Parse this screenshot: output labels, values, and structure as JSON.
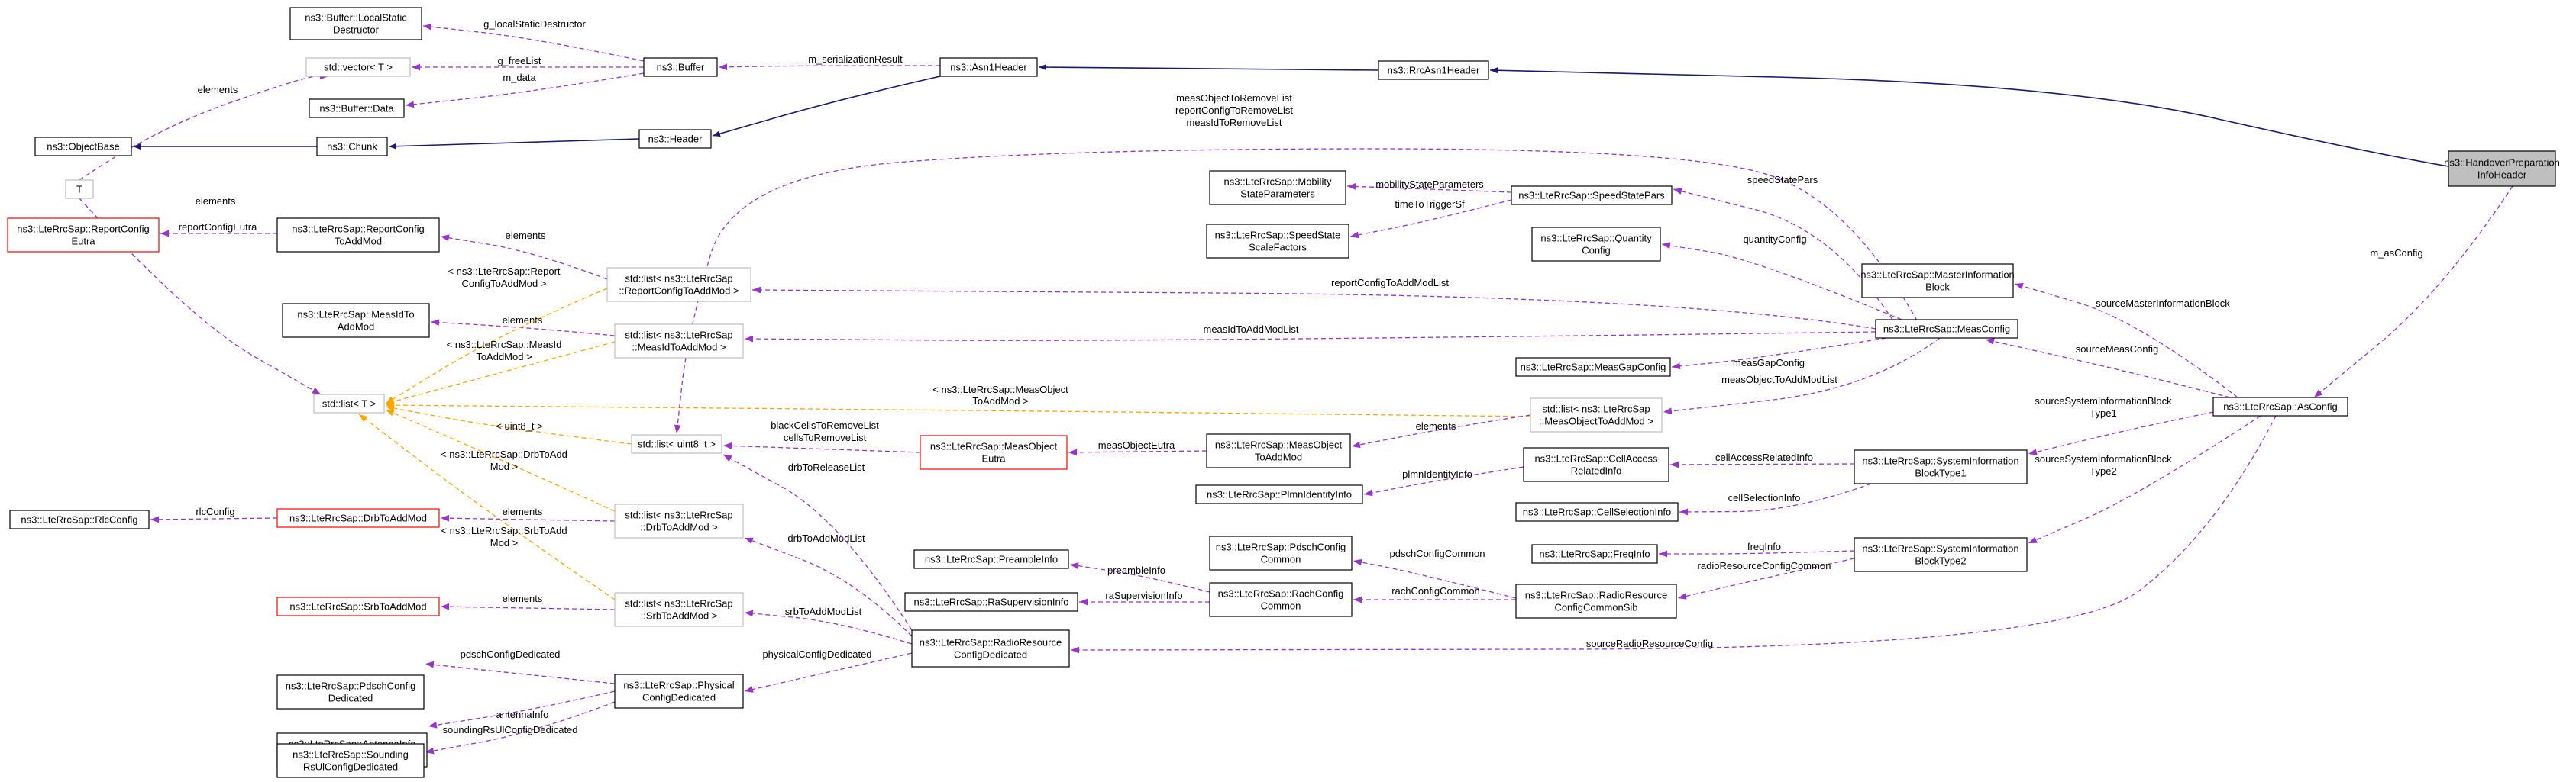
{
  "nodes": [
    {
      "id": "handover",
      "lines": [
        "ns3::HandoverPreparation",
        "InfoHeader"
      ],
      "style": "selected"
    },
    {
      "id": "rrcasn1",
      "lines": [
        "ns3::RrcAsn1Header"
      ],
      "style": "normal"
    },
    {
      "id": "asn1",
      "lines": [
        "ns3::Asn1Header"
      ],
      "style": "normal"
    },
    {
      "id": "header",
      "lines": [
        "ns3::Header"
      ],
      "style": "normal"
    },
    {
      "id": "chunk",
      "lines": [
        "ns3::Chunk"
      ],
      "style": "normal"
    },
    {
      "id": "objectbase",
      "lines": [
        "ns3::ObjectBase"
      ],
      "style": "normal"
    },
    {
      "id": "buffer",
      "lines": [
        "ns3::Buffer"
      ],
      "style": "normal"
    },
    {
      "id": "bufferlsd",
      "lines": [
        "ns3::Buffer::LocalStatic",
        "Destructor"
      ],
      "style": "normal"
    },
    {
      "id": "vectorT",
      "lines": [
        "std::vector< T >"
      ],
      "style": "template"
    },
    {
      "id": "bufferdata",
      "lines": [
        "ns3::Buffer::Data"
      ],
      "style": "normal"
    },
    {
      "id": "T",
      "lines": [
        "T"
      ],
      "style": "template"
    },
    {
      "id": "reportcfgeutra",
      "lines": [
        "ns3::LteRrcSap::ReportConfig",
        "Eutra"
      ],
      "style": "red"
    },
    {
      "id": "reportcfgtoaddmod",
      "lines": [
        "ns3::LteRrcSap::ReportConfig",
        "ToAddMod"
      ],
      "style": "normal"
    },
    {
      "id": "measidtoaddmod",
      "lines": [
        "ns3::LteRrcSap::MeasIdTo",
        "AddMod"
      ],
      "style": "normal"
    },
    {
      "id": "listT",
      "lines": [
        "std::list< T >"
      ],
      "style": "template"
    },
    {
      "id": "rlcconfig",
      "lines": [
        "ns3::LteRrcSap::RlcConfig"
      ],
      "style": "normal"
    },
    {
      "id": "drbtoaddmod",
      "lines": [
        "ns3::LteRrcSap::DrbToAddMod"
      ],
      "style": "red"
    },
    {
      "id": "srbtoaddmod",
      "lines": [
        "ns3::LteRrcSap::SrbToAddMod"
      ],
      "style": "red"
    },
    {
      "id": "pdschded",
      "lines": [
        "ns3::LteRrcSap::PdschConfig",
        "Dedicated"
      ],
      "style": "normal"
    },
    {
      "id": "antennainfo",
      "lines": [
        "ns3::LteRrcSap::AntennaInfo",
        "Dedicated"
      ],
      "style": "normal"
    },
    {
      "id": "soundingrs",
      "lines": [
        "ns3::LteRrcSap::Sounding",
        "RsUlConfigDedicated"
      ],
      "style": "normal"
    },
    {
      "id": "listreportcfg",
      "lines": [
        "std::list< ns3::LteRrcSap",
        "::ReportConfigToAddMod >"
      ],
      "style": "template"
    },
    {
      "id": "listmeasid",
      "lines": [
        "std::list< ns3::LteRrcSap",
        "::MeasIdToAddMod >"
      ],
      "style": "template"
    },
    {
      "id": "listuint8",
      "lines": [
        "std::list< uint8_t >"
      ],
      "style": "template"
    },
    {
      "id": "listdrb",
      "lines": [
        "std::list< ns3::LteRrcSap",
        "::DrbToAddMod >"
      ],
      "style": "template"
    },
    {
      "id": "listsrb",
      "lines": [
        "std::list< ns3::LteRrcSap",
        "::SrbToAddMod >"
      ],
      "style": "template"
    },
    {
      "id": "physcfgded",
      "lines": [
        "ns3::LteRrcSap::Physical",
        "ConfigDedicated"
      ],
      "style": "normal"
    },
    {
      "id": "measobjeutra",
      "lines": [
        "ns3::LteRrcSap::MeasObject",
        "Eutra"
      ],
      "style": "red"
    },
    {
      "id": "rrcded",
      "lines": [
        "ns3::LteRrcSap::RadioResource",
        "ConfigDedicated"
      ],
      "style": "normal"
    },
    {
      "id": "preambleinfo",
      "lines": [
        "ns3::LteRrcSap::PreambleInfo"
      ],
      "style": "normal"
    },
    {
      "id": "rasupinfo",
      "lines": [
        "ns3::LteRrcSap::RaSupervisionInfo"
      ],
      "style": "normal"
    },
    {
      "id": "mobstate",
      "lines": [
        "ns3::LteRrcSap::Mobility",
        "StateParameters"
      ],
      "style": "normal"
    },
    {
      "id": "speedscale",
      "lines": [
        "ns3::LteRrcSap::SpeedState",
        "ScaleFactors"
      ],
      "style": "normal"
    },
    {
      "id": "measobjtoaddmod",
      "lines": [
        "ns3::LteRrcSap::MeasObject",
        "ToAddMod"
      ],
      "style": "normal"
    },
    {
      "id": "plmnid",
      "lines": [
        "ns3::LteRrcSap::PlmnIdentityInfo"
      ],
      "style": "normal"
    },
    {
      "id": "pdschcommon",
      "lines": [
        "ns3::LteRrcSap::PdschConfig",
        "Common"
      ],
      "style": "normal"
    },
    {
      "id": "rachcommon",
      "lines": [
        "ns3::LteRrcSap::RachConfig",
        "Common"
      ],
      "style": "normal"
    },
    {
      "id": "speedstatepars",
      "lines": [
        "ns3::LteRrcSap::SpeedStatePars"
      ],
      "style": "normal"
    },
    {
      "id": "quantitycfg",
      "lines": [
        "ns3::LteRrcSap::Quantity",
        "Config"
      ],
      "style": "normal"
    },
    {
      "id": "measgapcfg",
      "lines": [
        "ns3::LteRrcSap::MeasGapConfig"
      ],
      "style": "normal"
    },
    {
      "id": "listmeasobj",
      "lines": [
        "std::list< ns3::LteRrcSap",
        "::MeasObjectToAddMod >"
      ],
      "style": "template"
    },
    {
      "id": "cellaccess",
      "lines": [
        "ns3::LteRrcSap::CellAccess",
        "RelatedInfo"
      ],
      "style": "normal"
    },
    {
      "id": "cellsel",
      "lines": [
        "ns3::LteRrcSap::CellSelectionInfo"
      ],
      "style": "normal"
    },
    {
      "id": "freqinfo",
      "lines": [
        "ns3::LteRrcSap::FreqInfo"
      ],
      "style": "normal"
    },
    {
      "id": "rrccommonsib",
      "lines": [
        "ns3::LteRrcSap::RadioResource",
        "ConfigCommonSib"
      ],
      "style": "normal"
    },
    {
      "id": "mib",
      "lines": [
        "ns3::LteRrcSap::MasterInformation",
        "Block"
      ],
      "style": "normal"
    },
    {
      "id": "measconfig",
      "lines": [
        "ns3::LteRrcSap::MeasConfig"
      ],
      "style": "normal"
    },
    {
      "id": "sib1",
      "lines": [
        "ns3::LteRrcSap::SystemInformation",
        "BlockType1"
      ],
      "style": "normal"
    },
    {
      "id": "sib2",
      "lines": [
        "ns3::LteRrcSap::SystemInformation",
        "BlockType2"
      ],
      "style": "normal"
    },
    {
      "id": "asconfig",
      "lines": [
        "ns3::LteRrcSap::AsConfig"
      ],
      "style": "normal"
    }
  ],
  "edges": [
    {
      "id": "e-inh-rrc-handover",
      "kind": "inherit",
      "labels": []
    },
    {
      "id": "e-inh-asn1-rrc",
      "kind": "inherit",
      "labels": []
    },
    {
      "id": "e-inh-header-asn1",
      "kind": "inherit",
      "labels": []
    },
    {
      "id": "e-inh-chunk-header",
      "kind": "inherit",
      "labels": []
    },
    {
      "id": "e-inh-objectbase-chunk",
      "kind": "inherit",
      "labels": []
    },
    {
      "id": "e-buffer-asn1",
      "kind": "use",
      "labels": [
        "m_serializationResult"
      ]
    },
    {
      "id": "e-lsd-buffer",
      "kind": "use",
      "labels": [
        "g_localStaticDestructor"
      ]
    },
    {
      "id": "e-vector-buffer",
      "kind": "use",
      "labels": [
        "g_freeList"
      ]
    },
    {
      "id": "e-data-buffer",
      "kind": "use",
      "labels": [
        "m_data"
      ]
    },
    {
      "id": "e-T-vector",
      "kind": "use",
      "labels": [
        "elements"
      ]
    },
    {
      "id": "e-T-listT",
      "kind": "use",
      "labels": [
        "elements"
      ]
    },
    {
      "id": "e-eutra-rctoadd",
      "kind": "use",
      "labels": [
        "reportConfigEutra"
      ]
    },
    {
      "id": "e-rctoadd-list",
      "kind": "use",
      "labels": [
        "elements"
      ]
    },
    {
      "id": "e-measid-list",
      "kind": "use",
      "labels": [
        "elements"
      ]
    },
    {
      "id": "e-tmpl-reportcfg",
      "kind": "template",
      "labels": [
        "< ns3::LteRrcSap::Report",
        "ConfigToAddMod >"
      ]
    },
    {
      "id": "e-tmpl-measid",
      "kind": "template",
      "labels": [
        "< ns3::LteRrcSap::MeasId",
        "ToAddMod >"
      ]
    },
    {
      "id": "e-tmpl-measobj",
      "kind": "template",
      "labels": [
        "< ns3::LteRrcSap::MeasObject",
        "ToAddMod >"
      ]
    },
    {
      "id": "e-tmpl-uint8",
      "kind": "template",
      "labels": [
        "< uint8_t >"
      ]
    },
    {
      "id": "e-tmpl-drb",
      "kind": "template",
      "labels": [
        "< ns3::LteRrcSap::DrbToAdd",
        "Mod >"
      ]
    },
    {
      "id": "e-tmpl-srb",
      "kind": "template",
      "labels": [
        "< ns3::LteRrcSap::SrbToAdd",
        "Mod >"
      ]
    },
    {
      "id": "e-rlc-drb",
      "kind": "use",
      "labels": [
        "rlcConfig"
      ]
    },
    {
      "id": "e-drb-list",
      "kind": "use",
      "labels": [
        "elements"
      ]
    },
    {
      "id": "e-srb-list",
      "kind": "use",
      "labels": [
        "elements"
      ]
    },
    {
      "id": "e-pdsch-phys",
      "kind": "use",
      "labels": [
        "pdschConfigDedicated"
      ]
    },
    {
      "id": "e-antenna-phys",
      "kind": "use",
      "labels": [
        "antennaInfo"
      ]
    },
    {
      "id": "e-sounding-phys",
      "kind": "use",
      "labels": [
        "soundingRsUlConfigDedicated"
      ]
    },
    {
      "id": "e-phys-rrcded",
      "kind": "use",
      "labels": [
        "physicalConfigDedicated"
      ]
    },
    {
      "id": "e-srblist-rrcded",
      "kind": "use",
      "labels": [
        "srbToAddModList"
      ]
    },
    {
      "id": "e-drblist-rrcded",
      "kind": "use",
      "labels": [
        "drbToAddModList"
      ]
    },
    {
      "id": "e-uint8-rrcded",
      "kind": "use",
      "labels": [
        "drbToReleaseList"
      ]
    },
    {
      "id": "e-uint8-measobjeutra",
      "kind": "use",
      "labels": [
        "blackCellsToRemoveList",
        "cellsToRemoveList"
      ]
    },
    {
      "id": "e-uint8-measconfig",
      "kind": "use",
      "labels": [
        "measObjectToRemoveList",
        "reportConfigToRemoveList",
        "measIdToRemoveList"
      ]
    },
    {
      "id": "e-measobjeutra-toadd",
      "kind": "use",
      "labels": [
        "measObjectEutra"
      ]
    },
    {
      "id": "e-measobj-list",
      "kind": "use",
      "labels": [
        "elements"
      ]
    },
    {
      "id": "e-preamble-rach",
      "kind": "use",
      "labels": [
        "preambleInfo"
      ]
    },
    {
      "id": "e-rasup-rach",
      "kind": "use",
      "labels": [
        "raSupervisionInfo"
      ]
    },
    {
      "id": "e-pdschcommon-sib",
      "kind": "use",
      "labels": [
        "pdschConfigCommon"
      ]
    },
    {
      "id": "e-rach-sib",
      "kind": "use",
      "labels": [
        "rachConfigCommon"
      ]
    },
    {
      "id": "e-mob-speed",
      "kind": "use",
      "labels": [
        "mobilityStateParameters"
      ]
    },
    {
      "id": "e-scale-speed",
      "kind": "use",
      "labels": [
        "timeToTriggerSf"
      ]
    },
    {
      "id": "e-speed-measconfig",
      "kind": "use",
      "labels": [
        "speedStatePars"
      ]
    },
    {
      "id": "e-quantity-measconfig",
      "kind": "use",
      "labels": [
        "quantityConfig"
      ]
    },
    {
      "id": "e-listreport-measconfig",
      "kind": "use",
      "labels": [
        "reportConfigToAddModList"
      ]
    },
    {
      "id": "e-listmeasid-measconfig",
      "kind": "use",
      "labels": [
        "measIdToAddModList"
      ]
    },
    {
      "id": "e-gap-measconfig",
      "kind": "use",
      "labels": [
        "measGapConfig"
      ]
    },
    {
      "id": "e-listmeasobj-measconfig",
      "kind": "use",
      "labels": [
        "measObjectToAddModList"
      ]
    },
    {
      "id": "e-plmn-cellaccess",
      "kind": "use",
      "labels": [
        "plmnIdentityInfo"
      ]
    },
    {
      "id": "e-cellaccess-sib1",
      "kind": "use",
      "labels": [
        "cellAccessRelatedInfo"
      ]
    },
    {
      "id": "e-cellsel-sib1",
      "kind": "use",
      "labels": [
        "cellSelectionInfo"
      ]
    },
    {
      "id": "e-freq-sib2",
      "kind": "use",
      "labels": [
        "freqInfo"
      ]
    },
    {
      "id": "e-commonsib-sib2",
      "kind": "use",
      "labels": [
        "radioResourceConfigCommon"
      ]
    },
    {
      "id": "e-mib-as",
      "kind": "use",
      "labels": [
        "sourceMasterInformationBlock"
      ]
    },
    {
      "id": "e-measconfig-as",
      "kind": "use",
      "labels": [
        "sourceMeasConfig"
      ]
    },
    {
      "id": "e-sib1-as",
      "kind": "use",
      "labels": [
        "sourceSystemInformationBlock",
        "Type1"
      ]
    },
    {
      "id": "e-sib2-as",
      "kind": "use",
      "labels": [
        "sourceSystemInformationBlock",
        "Type2"
      ]
    },
    {
      "id": "e-rrcded-as",
      "kind": "use",
      "labels": [
        "sourceRadioResourceConfig"
      ]
    },
    {
      "id": "e-as-handover",
      "kind": "use",
      "labels": [
        "m_asConfig"
      ]
    }
  ],
  "colors": {
    "inherit": "#191970",
    "use": "#9a32cd",
    "template": "#ffa500",
    "nodeBorder": "#000000",
    "templateBorder": "#bfbfbf",
    "redBorder": "#ff0000",
    "selectedFill": "#bfbfbf"
  }
}
